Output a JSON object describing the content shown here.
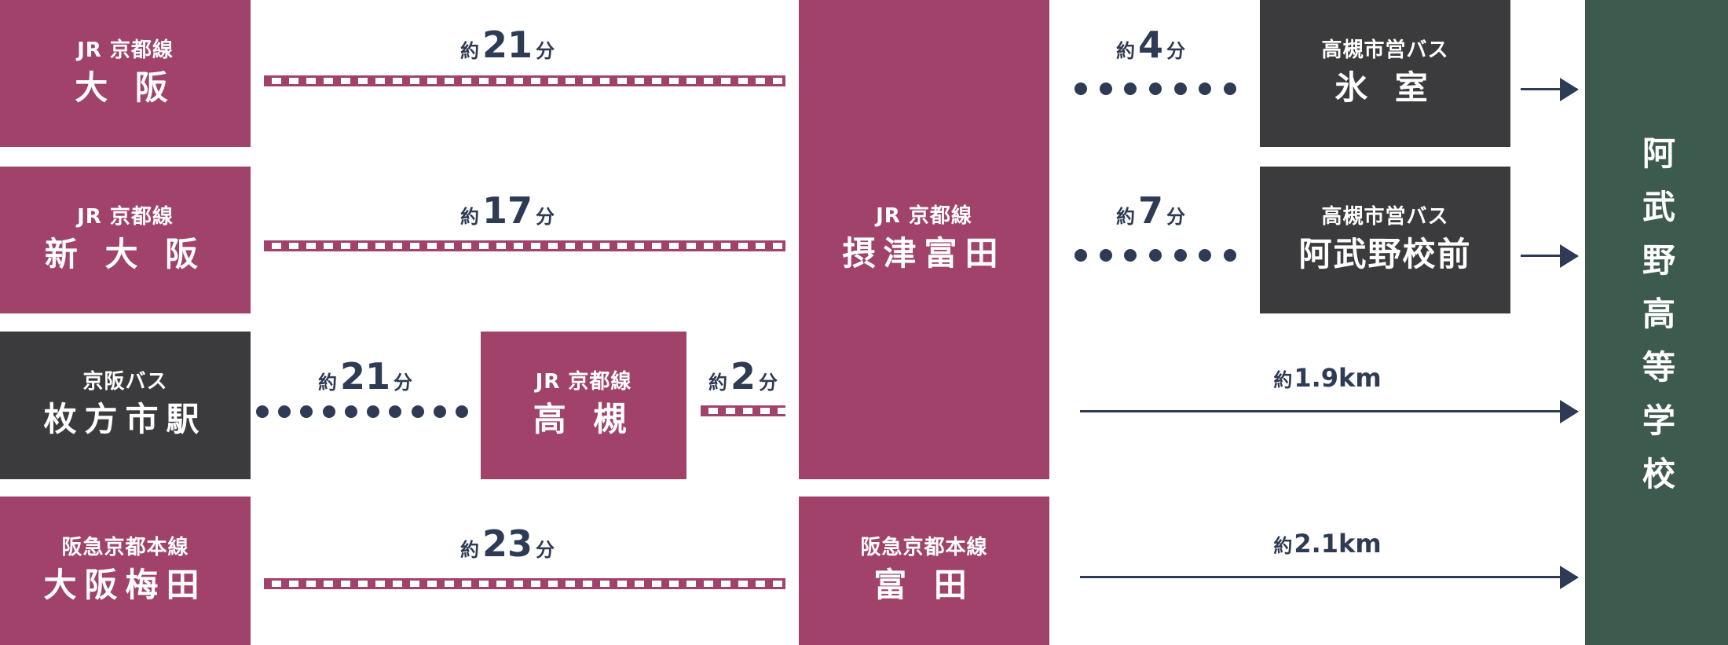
{
  "colors": {
    "station": "#a1426a",
    "bus": "#3b3b3d",
    "school": "#3d5a4e",
    "ink": "#2e3b54"
  },
  "icons": {
    "arrow": "arrow-right-icon"
  },
  "stations": {
    "osaka": {
      "line": "JR 京都線",
      "name": "大 阪"
    },
    "shin_osaka": {
      "line": "JR 京都線",
      "name": "新 大 阪"
    },
    "hirakata": {
      "line": "京阪バス",
      "name": "枚方市駅"
    },
    "umeda": {
      "line": "阪急京都本線",
      "name": "大阪梅田"
    },
    "takatsuki": {
      "line": "JR 京都線",
      "name": "高 槻"
    },
    "settsu_tonda": {
      "line": "JR 京都線",
      "name": "摂津富田"
    },
    "tonda": {
      "line": "阪急京都本線",
      "name": "富 田"
    },
    "himuro": {
      "line": "高槻市営バス",
      "name": "氷 室"
    },
    "abuno_koumae": {
      "line": "高槻市営バス",
      "name": "阿武野校前"
    }
  },
  "school": {
    "name": "阿武野高等学校"
  },
  "times": {
    "osaka": {
      "prefix": "約",
      "value": "21",
      "suffix": "分"
    },
    "shin_osaka": {
      "prefix": "約",
      "value": "17",
      "suffix": "分"
    },
    "hirakata": {
      "prefix": "約",
      "value": "21",
      "suffix": "分"
    },
    "takatsuki": {
      "prefix": "約",
      "value": "2",
      "suffix": "分"
    },
    "umeda": {
      "prefix": "約",
      "value": "23",
      "suffix": "分"
    },
    "himuro": {
      "prefix": "約",
      "value": "4",
      "suffix": "分"
    },
    "abuno": {
      "prefix": "約",
      "value": "7",
      "suffix": "分"
    },
    "walk_settsu": {
      "prefix": "約",
      "value": "1.9km"
    },
    "walk_tonda": {
      "prefix": "約",
      "value": "2.1km"
    }
  }
}
